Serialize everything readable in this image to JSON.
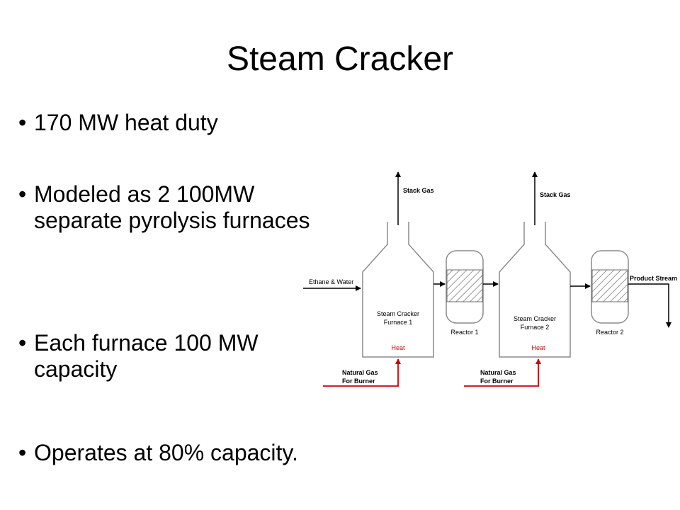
{
  "slide": {
    "title": "Steam Cracker",
    "bullets": [
      "170 MW heat duty",
      "Modeled as 2 100MW separate pyrolysis furnaces",
      "Each furnace 100 MW capacity",
      "Operates at 80% capacity."
    ]
  },
  "diagram": {
    "stack_gas_1": "Stack Gas",
    "stack_gas_2": "Stack Gas",
    "feed_label": "Ethane & Water",
    "furnace1_line1": "Steam Cracker",
    "furnace1_line2": "Furnace 1",
    "furnace2_line1": "Steam Cracker",
    "furnace2_line2": "Furnace 2",
    "heat_1": "Heat",
    "heat_2": "Heat",
    "reactor1_label": "Reactor 1",
    "reactor2_label": "Reactor 2",
    "fuel1_line1": "Natural Gas",
    "fuel1_line2": "For Burner",
    "fuel2_line1": "Natural Gas",
    "fuel2_line2": "For Burner",
    "product_label": "Product Stream"
  },
  "colors": {
    "heat": "#cc0000",
    "line": "#000000",
    "vessel_outline": "#8c8c8c"
  }
}
